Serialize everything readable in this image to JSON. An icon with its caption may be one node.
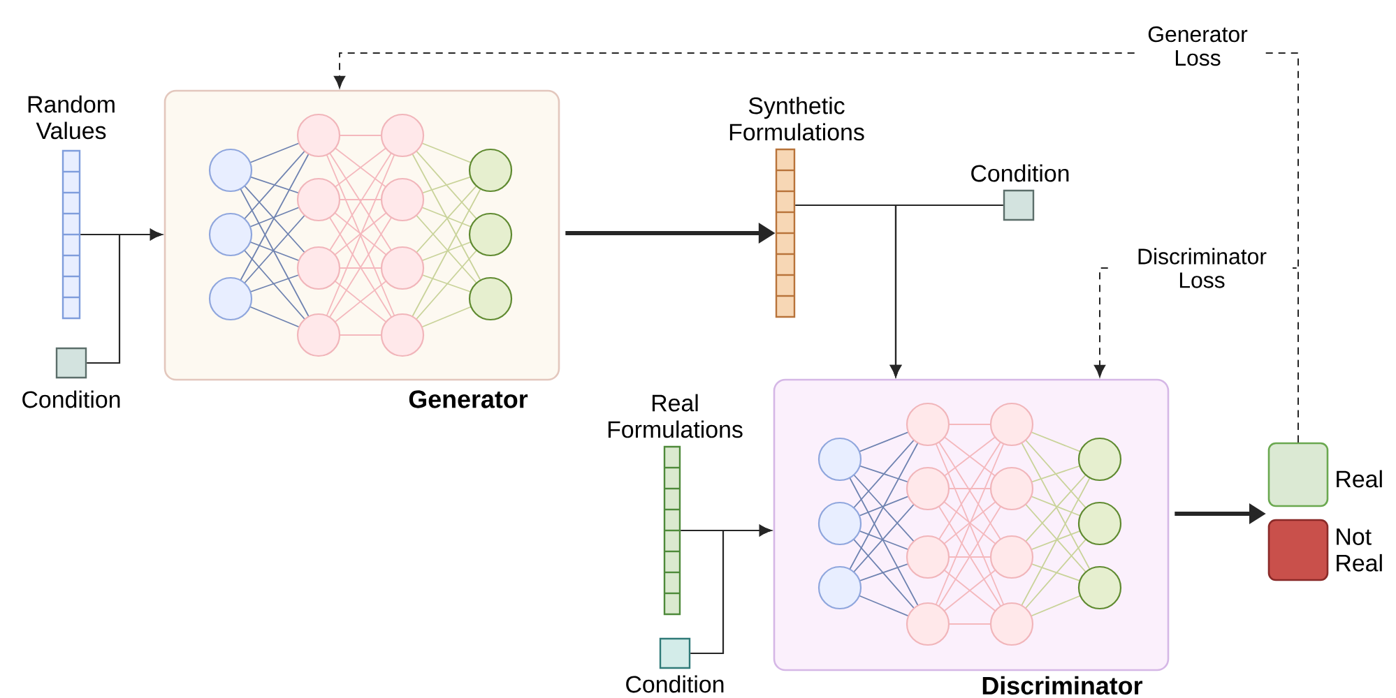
{
  "diagram": {
    "nodes": [
      {
        "text": [
          "Random Values"
        ]
      },
      {
        "text": [
          "Condition"
        ]
      },
      {
        "text": [
          "Generator"
        ]
      },
      {
        "text": [
          "Synthetic Formulations"
        ]
      },
      {
        "text": [
          "Condition"
        ]
      },
      {
        "text": [
          "Real Formulations"
        ]
      },
      {
        "text": [
          "Condition"
        ]
      },
      {
        "text": [
          "Discriminator"
        ]
      },
      {
        "text": [
          "Real"
        ]
      },
      {
        "text": [
          "Not Real"
        ]
      }
    ],
    "edges": [
      {
        "from": 0,
        "to": 2,
        "arrow": "to"
      },
      {
        "from": 1,
        "to": 2,
        "arrow": "to"
      },
      {
        "from": 2,
        "to": 3,
        "arrow": "to",
        "style": "thick"
      },
      {
        "from": 3,
        "to": 7,
        "arrow": "to"
      },
      {
        "from": 4,
        "to": 7,
        "arrow": "to"
      },
      {
        "from": 5,
        "to": 7,
        "arrow": "to"
      },
      {
        "from": 6,
        "to": 7,
        "arrow": "to"
      },
      {
        "from": 7,
        "to": 8,
        "arrow": "to",
        "style": "thick"
      },
      {
        "from": 7,
        "to": 9,
        "arrow": "to",
        "style": "thick"
      },
      {
        "from": 8,
        "to": 2,
        "arrow": "to",
        "style": "dashed",
        "label": "Generator Loss"
      },
      {
        "from": 8,
        "to": 7,
        "arrow": "to",
        "style": "dashed",
        "label": "Discriminator Loss"
      }
    ]
  }
}
